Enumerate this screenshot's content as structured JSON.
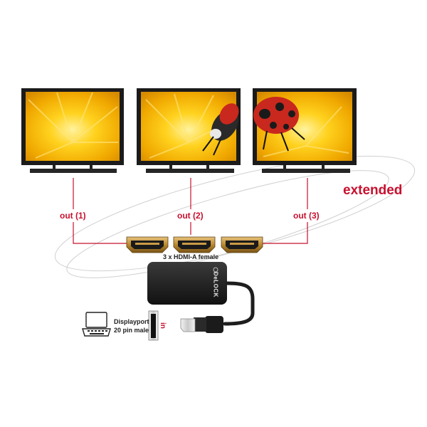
{
  "labels": {
    "extended": "extended",
    "out_1": "out (1)",
    "out_2": "out (2)",
    "out_3": "out (3)",
    "hdmi": "3 x HDMI-A female",
    "input": "in",
    "displayport_line1": "Displayport",
    "displayport_line2": "20 pin male",
    "brand": "DeLOCK"
  },
  "colors": {
    "accent": "#c8102e",
    "screen_yellow": "#f3b300",
    "adapter_body": "#1e1e1e",
    "hdmi_gold": "#b98a3a"
  },
  "icons": {
    "laptop": "laptop-icon",
    "monitor": "monitor-icon",
    "hdmi_port": "hdmi-port-icon",
    "displayport_plug": "displayport-plug-icon"
  }
}
